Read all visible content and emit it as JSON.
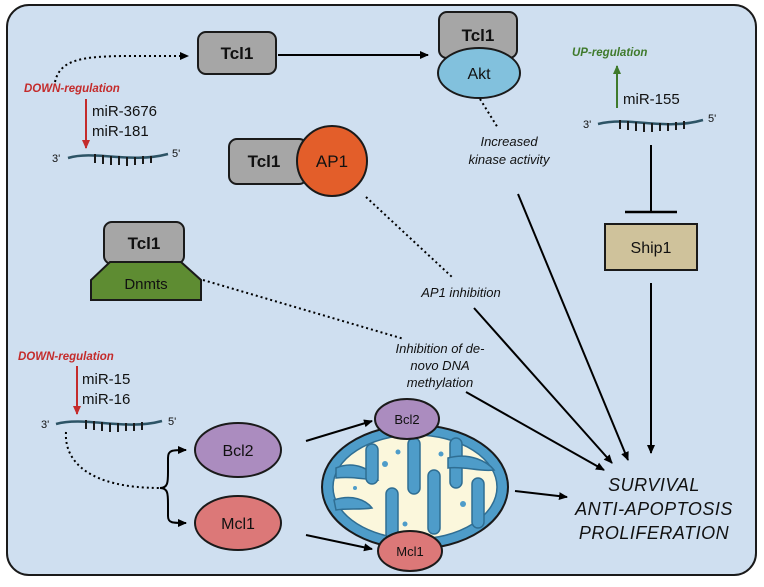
{
  "nodes": {
    "tcl1_top": "Tcl1",
    "tcl1_akt": "Tcl1",
    "akt": "Akt",
    "tcl1_ap1": "Tcl1",
    "ap1": "AP1",
    "tcl1_dnmts": "Tcl1",
    "dnmts": "Dnmts",
    "ship1": "Ship1",
    "bcl2": "Bcl2",
    "mcl1": "Mcl1",
    "bcl2_mito": "Bcl2",
    "mcl1_mito": "Mcl1"
  },
  "regulation": {
    "down_top": "DOWN-regulation",
    "down_bottom": "DOWN-regulation",
    "up": "UP-regulation"
  },
  "mirnas": {
    "top_1": "miR-3676",
    "top_2": "miR-181",
    "right": "miR-155",
    "bottom_1": "miR-15",
    "bottom_2": "miR-16"
  },
  "strand_ends": {
    "three_prime": "3'",
    "five_prime": "5'"
  },
  "annotations": {
    "kinase_1": "Increased",
    "kinase_2": "kinase activity",
    "ap1_inhibition": "AP1 inhibition",
    "dnmt_1": "Inhibition of de-",
    "dnmt_2": "novo DNA",
    "dnmt_3": "methylation"
  },
  "outcomes": [
    "SURVIVAL",
    "ANTI-APOPTOSIS",
    "PROLIFERATION"
  ],
  "colors": {
    "background": "#cfdff0",
    "tcl1": "#a6a6a6",
    "akt": "#82c1dd",
    "ap1": "#e35e2a",
    "dnmts": "#5e8c32",
    "ship1": "#cfc29b",
    "bcl2": "#ab8cbf",
    "mcl1": "#dc7878",
    "mito": "#4e9cc9",
    "down": "#c42b2b",
    "up": "#3f7a2c"
  }
}
